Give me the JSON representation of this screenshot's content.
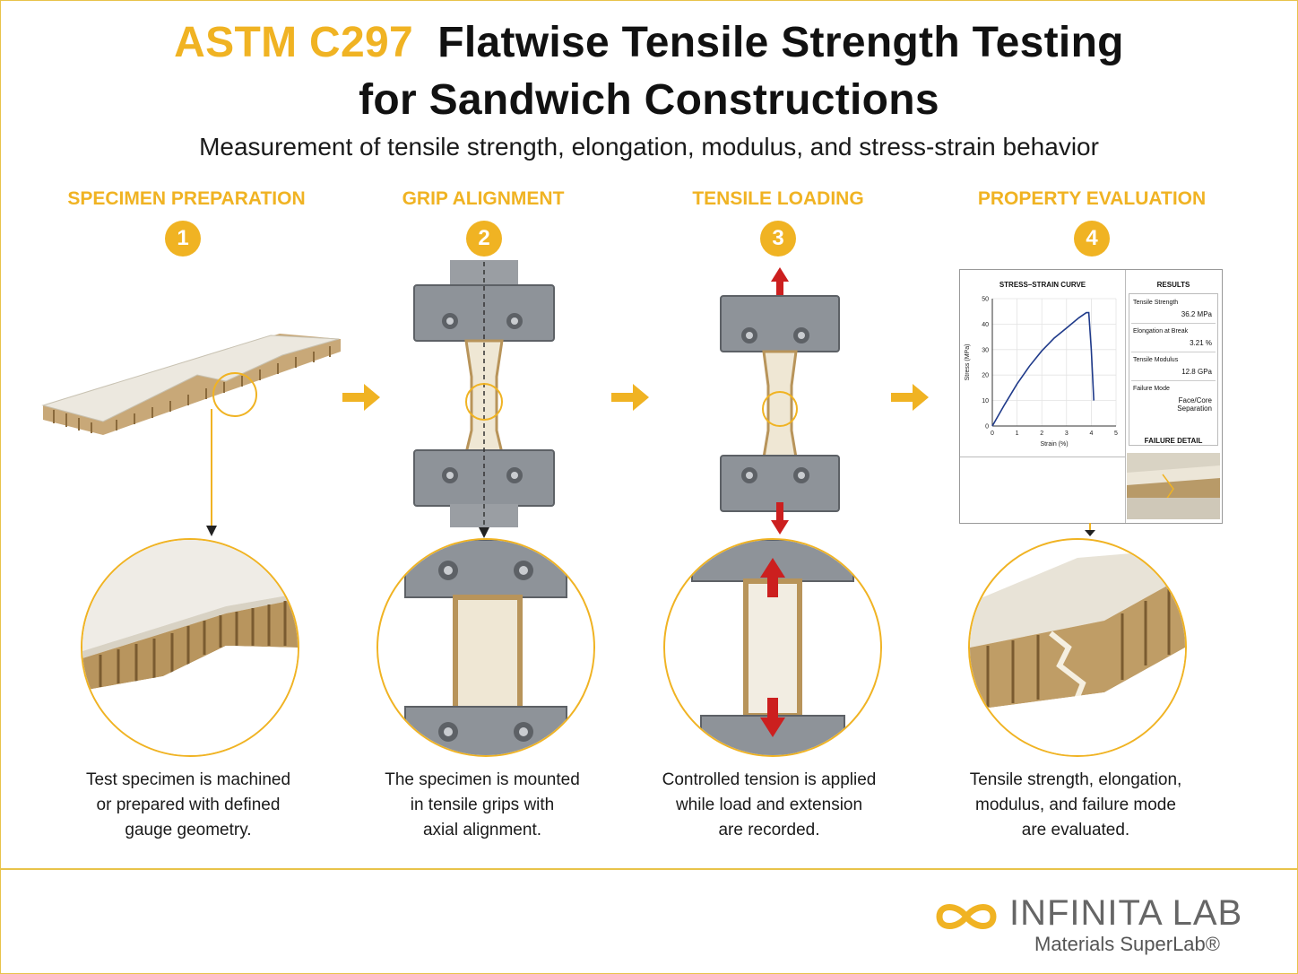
{
  "title": {
    "accent": "ASTM C297",
    "line1": "Flatwise Tensile Strength Testing",
    "line2": "for Sandwich Constructions"
  },
  "subtitle": "Measurement of tensile strength, elongation, modulus, and stress-strain behavior",
  "steps": [
    {
      "number": "1",
      "title": "SPECIMEN PREPARATION",
      "caption_lines": [
        "Test specimen is machined",
        "or prepared with defined",
        "gauge geometry."
      ]
    },
    {
      "number": "2",
      "title": "GRIP ALIGNMENT",
      "caption_lines": [
        "The specimen is mounted",
        "in tensile grips with",
        "axial alignment."
      ]
    },
    {
      "number": "3",
      "title": "TENSILE LOADING",
      "caption_lines": [
        "Controlled tension is applied",
        "while load and extension",
        "are recorded."
      ]
    },
    {
      "number": "4",
      "title": "PROPERTY EVALUATION",
      "caption_lines": [
        "Tensile strength, elongation,",
        "modulus, and failure mode",
        "are evaluated."
      ]
    }
  ],
  "report": {
    "chart_title": "STRESS–STRAIN CURVE",
    "results_title": "RESULTS",
    "results": [
      {
        "label": "Tensile Strength",
        "value": "36.2 MPa"
      },
      {
        "label": "Elongation at Break",
        "value": "3.21 %"
      },
      {
        "label": "Tensile Modulus",
        "value": "12.8 GPa"
      },
      {
        "label": "Failure Mode",
        "value_lines": [
          "Face/Core",
          "Separation"
        ]
      }
    ],
    "failure_title": "FAILURE DETAIL"
  },
  "chart_data": {
    "type": "line",
    "title": "STRESS–STRAIN CURVE",
    "xlabel": "Strain (%)",
    "ylabel": "Stress (MPa)",
    "xlim": [
      0,
      5
    ],
    "ylim": [
      0,
      50
    ],
    "xticks": [
      0,
      1,
      2,
      3,
      4,
      5
    ],
    "yticks": [
      0,
      10,
      20,
      30,
      40,
      50
    ],
    "grid": true,
    "series": [
      {
        "x": [
          0,
          0.5,
          1.0,
          1.5,
          2.0,
          2.5,
          3.0,
          3.5,
          3.8,
          3.9,
          4.0,
          4.1
        ],
        "y": [
          0,
          8.5,
          16.5,
          23.5,
          29.5,
          34.5,
          38.5,
          42.5,
          44.5,
          44.5,
          30.0,
          10.0
        ]
      }
    ]
  },
  "logo": {
    "name": "INFINITA LAB",
    "tagline": "Materials SuperLab®"
  },
  "colors": {
    "accent": "#f0b323",
    "load_arrow": "#cc1f1f",
    "curve": "#1f3a8a"
  }
}
